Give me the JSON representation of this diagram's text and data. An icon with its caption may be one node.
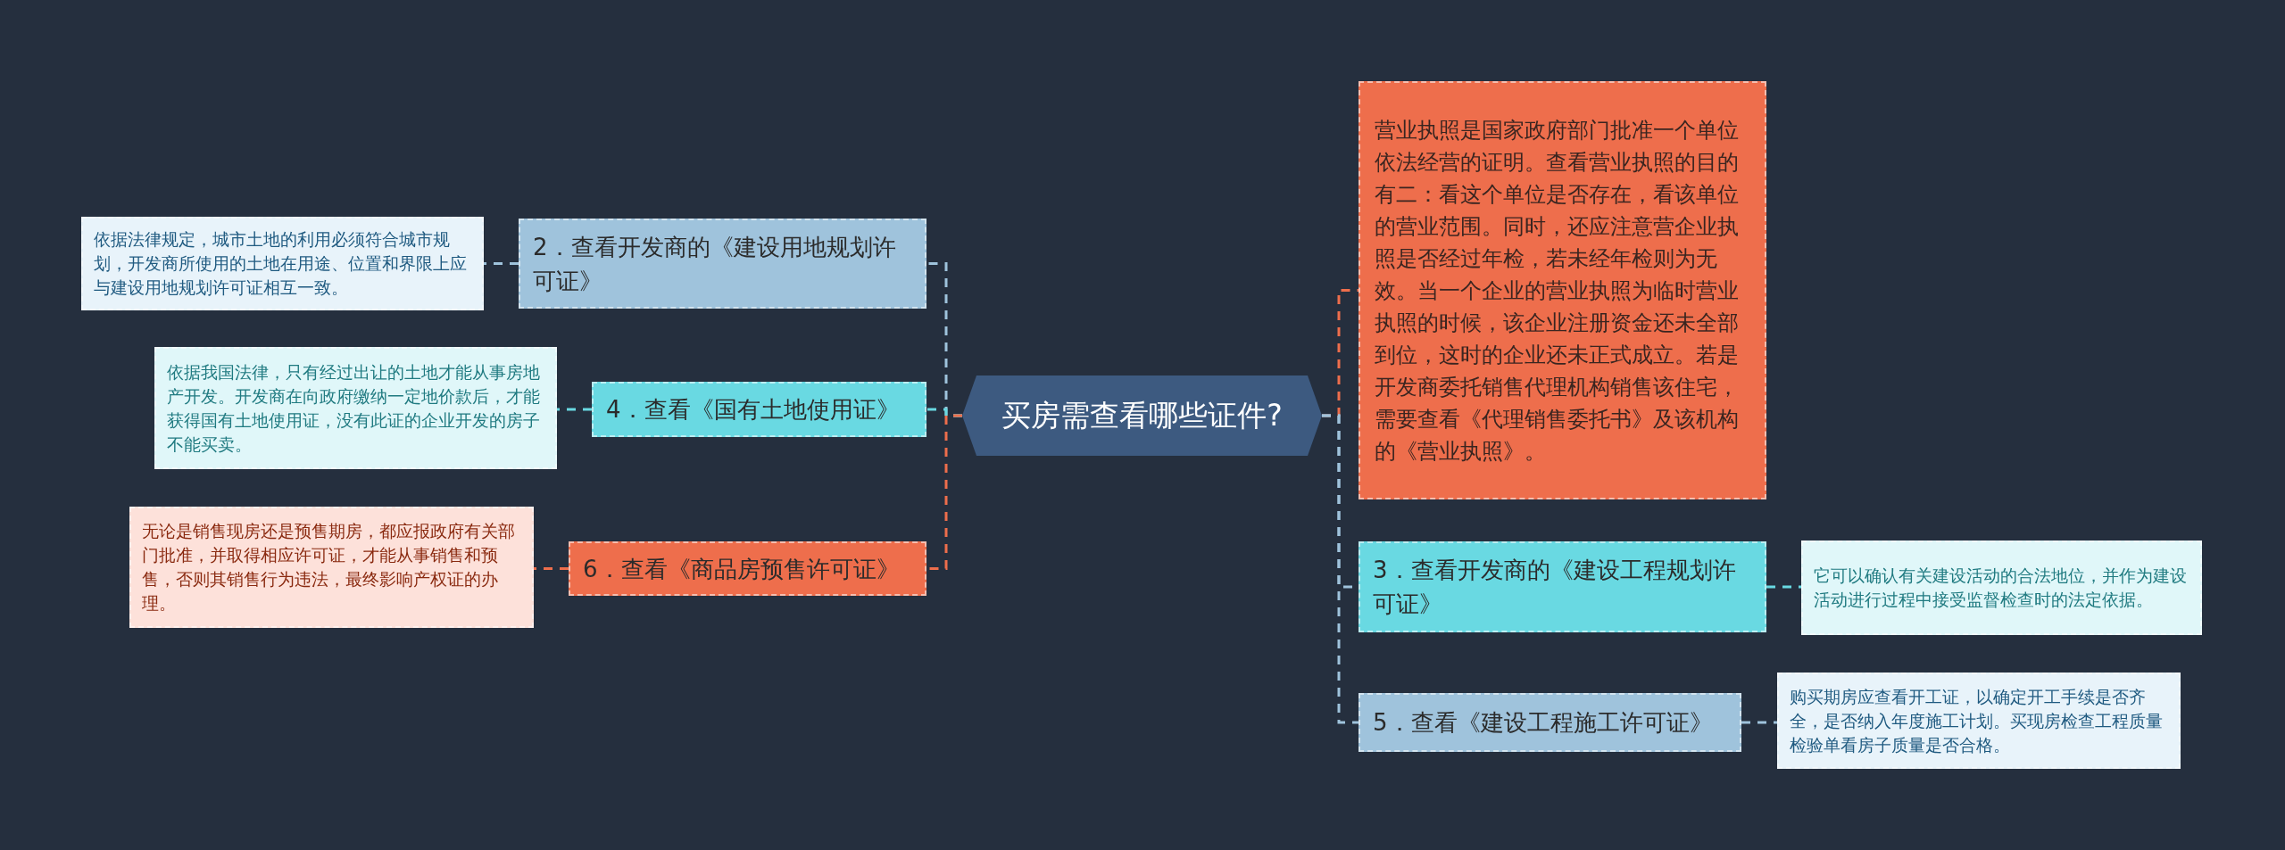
{
  "diagram": {
    "nodes": [
      {
        "text": [
          "买房需查看哪些证件?"
        ]
      },
      {
        "text": [
          "2．查看开发商的《建设用地规划许可证》"
        ]
      },
      {
        "text": [
          "依据法律规定，城市土地的利用必须符合城市规划，开发商所使用的土地在用途、位置和界限上应与建设用地规划许可证相互一致。"
        ]
      },
      {
        "text": [
          "4．查看《国有土地使用证》"
        ]
      },
      {
        "text": [
          "依据我国法律，只有经过出让的土地才能从事房地产开发。开发商在向政府缴纳一定地价款后，才能获得国有土地使用证，没有此证的企业开发的房子不能买卖。"
        ]
      },
      {
        "text": [
          "6．查看《商品房预售许可证》"
        ]
      },
      {
        "text": [
          "无论是销售现房还是预售期房，都应报政府有关部门批准，并取得相应许可证，才能从事销售和预售，否则其销售行为违法，最终影响产权证的办理。"
        ]
      },
      {
        "text": [
          "营业执照是国家政府部门批准一个单位依法经营的证明。查看营业执照的目的有二：看这个单位是否存在，看该单位的营业范围。同时，还应注意营企业执照是否经过年检，若未经年检则为无效。当一个企业的营业执照为临时营业执照的时候，该企业注册资金还未全部到位，这时的企业还未正式成立。若是开发商委托销售代理机构销售该住宅，需要查看《代理销售委托书》及该机构的《营业执照》。"
        ]
      },
      {
        "text": [
          "3．查看开发商的《建设工程规划许可证》"
        ]
      },
      {
        "text": [
          "它可以确认有关建设活动的合法地位，并作为建设活动进行过程中接受监督检查时的法定依据。"
        ]
      },
      {
        "text": [
          "5．查看《建设工程施工许可证》"
        ]
      },
      {
        "text": [
          "购买期房应查看开工证，以确定开工手续是否齐全，是否纳入年度施工计划。买现房检查工程质量检验单看房子质量是否合格。"
        ]
      }
    ],
    "edges": [
      {
        "from": 0,
        "to": 1,
        "arrow": "none",
        "color": "#9fc3dc"
      },
      {
        "from": 1,
        "to": 2,
        "arrow": "none",
        "color": "#9fc3dc"
      },
      {
        "from": 0,
        "to": 3,
        "arrow": "none",
        "color": "#69d9e2"
      },
      {
        "from": 3,
        "to": 4,
        "arrow": "none",
        "color": "#69d9e2"
      },
      {
        "from": 0,
        "to": 5,
        "arrow": "none",
        "color": "#ee6e4c"
      },
      {
        "from": 5,
        "to": 6,
        "arrow": "none",
        "color": "#ee6e4c"
      },
      {
        "from": 0,
        "to": 7,
        "arrow": "none",
        "color": "#ee6e4c"
      },
      {
        "from": 0,
        "to": 8,
        "arrow": "none",
        "color": "#9fc3dc"
      },
      {
        "from": 8,
        "to": 9,
        "arrow": "none",
        "color": "#69d9e2"
      },
      {
        "from": 0,
        "to": 10,
        "arrow": "none",
        "color": "#9fc3dc"
      },
      {
        "from": 10,
        "to": 11,
        "arrow": "none",
        "color": "#9fc3dc"
      }
    ]
  }
}
